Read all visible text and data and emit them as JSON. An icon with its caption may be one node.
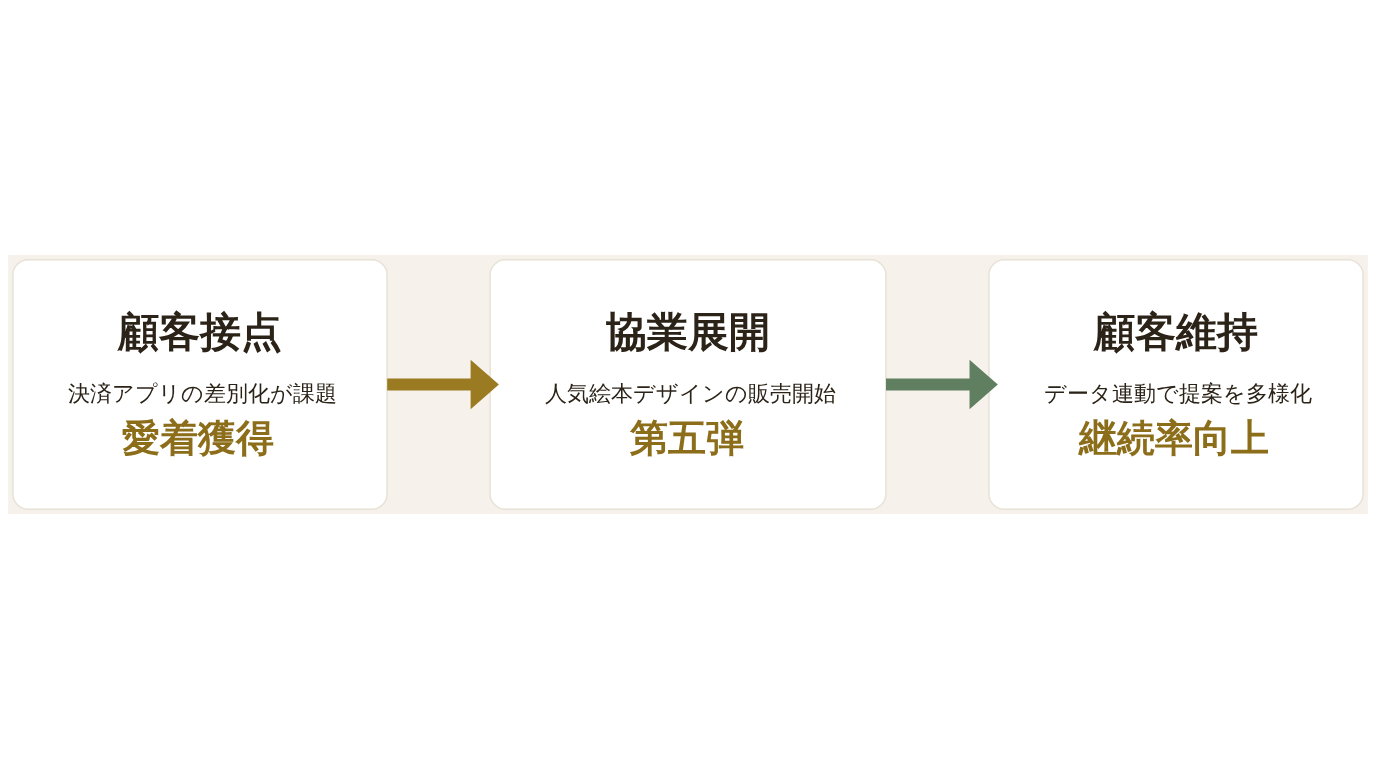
{
  "diagram": {
    "nodes": [
      {
        "text": [
          "顧客接点",
          "決済アプリの差別化が課題",
          "愛着獲得"
        ]
      },
      {
        "text": [
          "協業展開",
          "人気絵本デザインの販売開始",
          "第五弾"
        ]
      },
      {
        "text": [
          "顧客維持",
          "データ連動で提案を多様化",
          "継続率向上"
        ]
      }
    ],
    "edges": [
      {
        "from": 0,
        "to": 1,
        "arrow": "to",
        "color": "#9a7b22"
      },
      {
        "from": 1,
        "to": 2,
        "arrow": "to",
        "color": "#5f7f60"
      }
    ]
  }
}
